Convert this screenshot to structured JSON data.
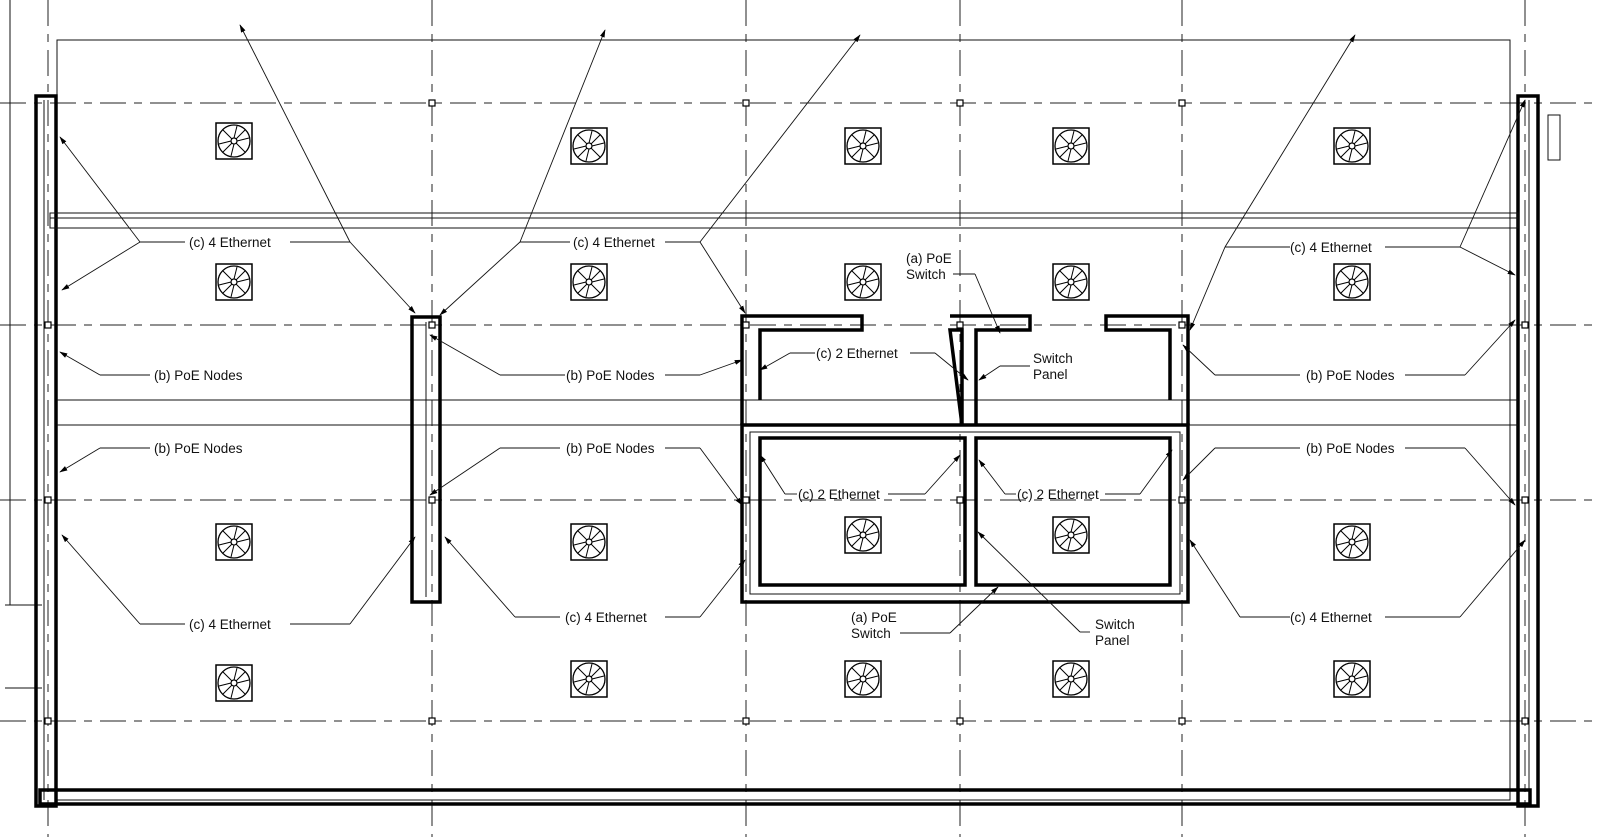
{
  "plan": {
    "labels": {
      "c4_eth_top_left": "(c) 4 Ethernet",
      "c4_eth_top_mid": "(c) 4 Ethernet",
      "c4_eth_top_right": "(c) 4 Ethernet",
      "a_poe_switch_top": [
        "(a) PoE",
        "Switch"
      ],
      "b_poe_nodes_1": "(b) PoE Nodes",
      "b_poe_nodes_2": "(b) PoE Nodes",
      "b_poe_nodes_3": "(b) PoE Nodes",
      "b_poe_nodes_4": "(b) PoE Nodes",
      "b_poe_nodes_5": "(b) PoE Nodes",
      "b_poe_nodes_6": "(b) PoE Nodes",
      "c2_eth_top": "(c) 2 Ethernet",
      "switch_panel_top": [
        "Switch",
        "Panel"
      ],
      "c2_eth_left": "(c) 2 Ethernet",
      "c2_eth_right": "(c) 2 Ethernet",
      "c4_eth_bottom_left": "(c) 4 Ethernet",
      "c4_eth_bottom_mid": "(c) 4 Ethernet",
      "c4_eth_bottom_right": "(c) 4 Ethernet",
      "a_poe_switch_bottom": [
        "(a) PoE",
        "Switch"
      ],
      "switch_panel_bottom": [
        "Switch",
        "Panel"
      ]
    },
    "symbols": {
      "fan": "ceiling-fan-icon",
      "node": "poe-node-marker"
    }
  }
}
